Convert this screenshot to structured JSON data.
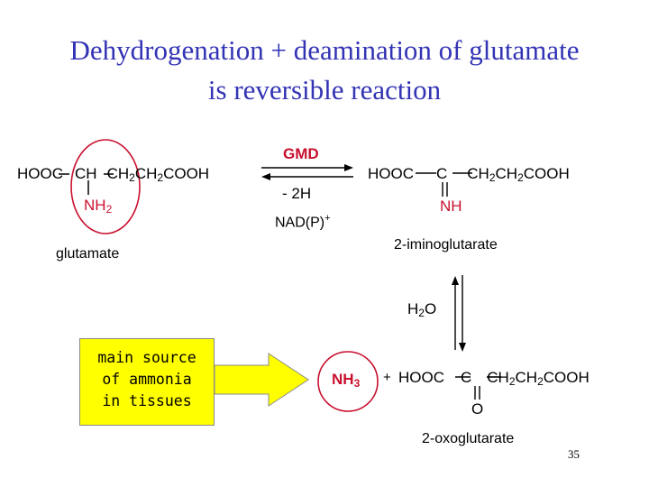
{
  "title": {
    "line1": "Dehydrogenation + deamination of glutamate",
    "line2": "is reversible reaction"
  },
  "glutamate": {
    "hooc": "HOOC",
    "ch": "CH",
    "chain_ch2_a": "CH",
    "chain_ch2_b": "CH",
    "cooh": "COOH",
    "sub2": "2",
    "nh": "NH",
    "nh_sub": "2",
    "name": "glutamate"
  },
  "reaction": {
    "enzyme": "GMD",
    "minus_2h": "- 2H",
    "cofactor": "NAD(P)",
    "cofactor_charge": "+"
  },
  "iminoglutarate": {
    "hooc": "HOOC",
    "c": "C",
    "chain_ch2_a": "CH",
    "chain_ch2_b": "CH",
    "cooh": "COOH",
    "sub2": "2",
    "nh": "NH",
    "name": "2-iminoglutarate"
  },
  "hydrolysis": {
    "water_h": "H",
    "water_sub": "2",
    "water_o": "O"
  },
  "callout": {
    "line1": "main source",
    "line2": "of ammonia",
    "line3": "in tissues"
  },
  "oxoglutarate": {
    "ammonia_nh": "NH",
    "ammonia_sub": "3",
    "plus": "+",
    "hooc": "HOOC",
    "c": "C",
    "chain_ch2_a": "CH",
    "chain_ch2_b": "CH",
    "cooh": "COOH",
    "sub2": "2",
    "o": "O",
    "name": "2-oxoglutarate"
  },
  "page_number": "35",
  "colors": {
    "title": "#3333b5",
    "highlight_red": "#c8102e",
    "callout_fill": "#ffff00"
  }
}
